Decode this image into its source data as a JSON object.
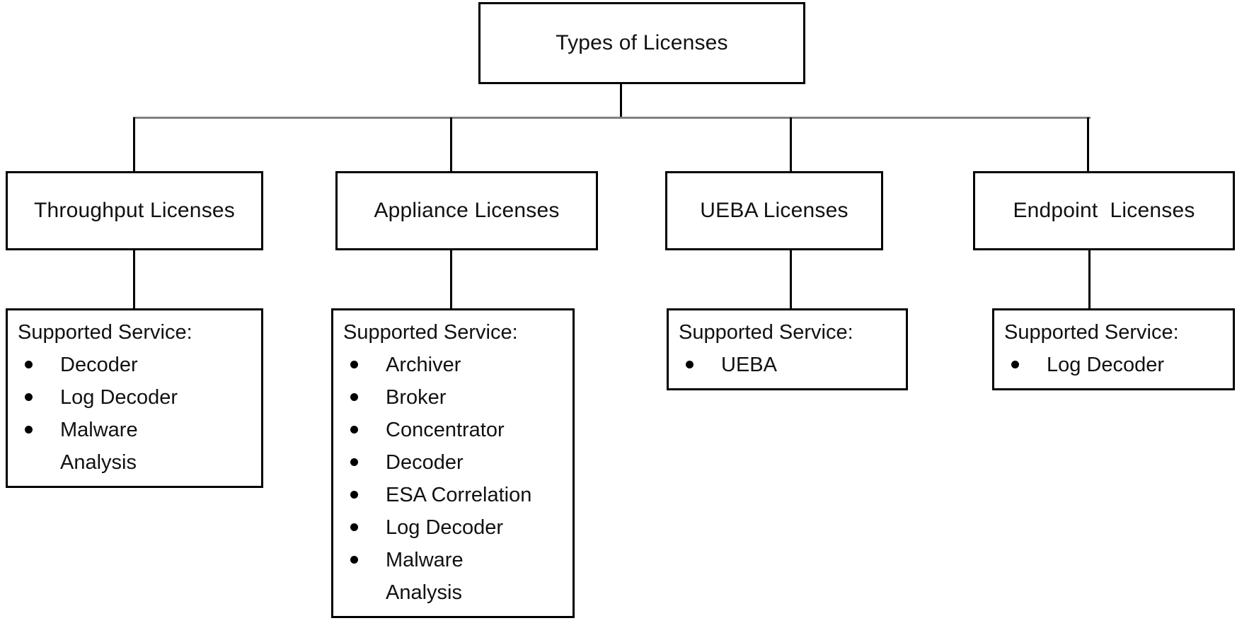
{
  "diagram": {
    "root": {
      "label": "Types of Licenses"
    },
    "columns": [
      {
        "title": "Throughput Licenses",
        "services": {
          "header": "Supported Service:",
          "items": [
            "Decoder",
            "Log Decoder",
            "Malware\nAnalysis"
          ]
        }
      },
      {
        "title": "Appliance Licenses",
        "services": {
          "header": "Supported Service:",
          "items": [
            "Archiver",
            "Broker",
            "Concentrator",
            "Decoder",
            "ESA Correlation",
            "Log Decoder",
            "Malware\nAnalysis"
          ]
        }
      },
      {
        "title": "UEBA Licenses",
        "services": {
          "header": "Supported Service:",
          "items": [
            "UEBA"
          ]
        }
      },
      {
        "title": "Endpoint  Licenses",
        "services": {
          "header": "Supported Service:",
          "items": [
            "Log Decoder"
          ]
        }
      }
    ],
    "colors": {
      "box_border": "#000000",
      "horizontal_connector": "#808080",
      "vertical_connector": "#000000",
      "background": "#ffffff",
      "text": "#111111"
    }
  }
}
